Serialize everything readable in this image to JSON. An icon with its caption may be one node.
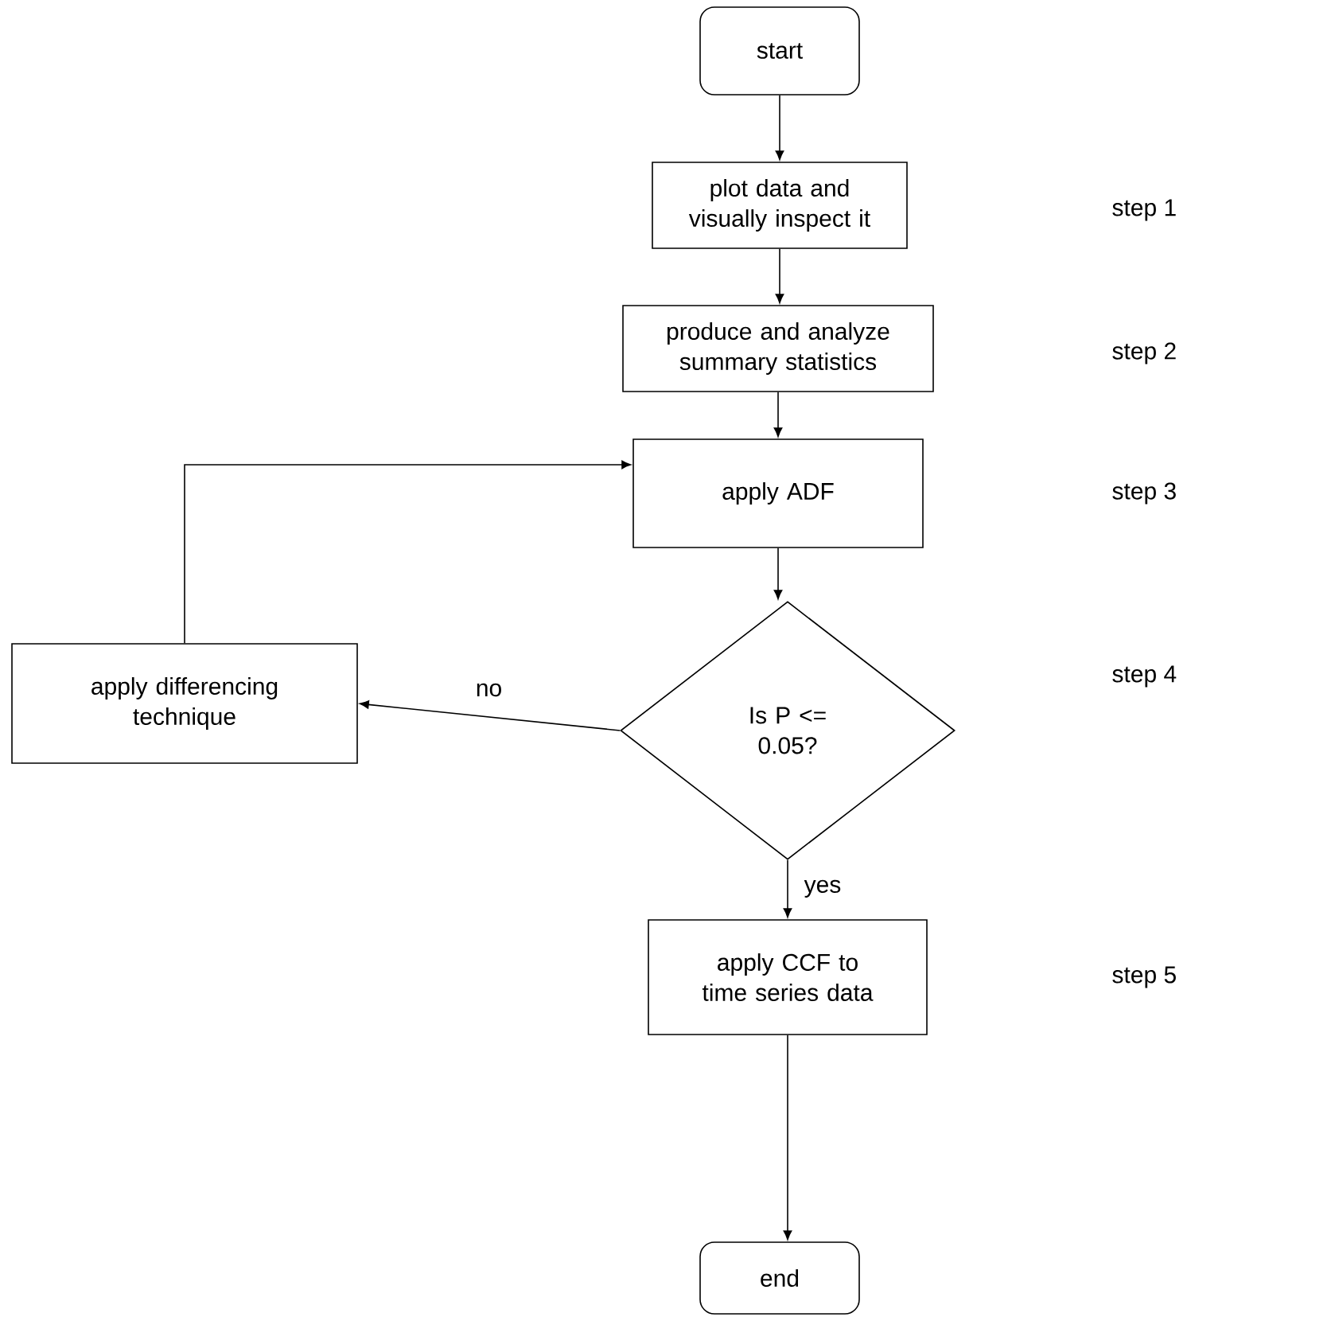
{
  "diagram": {
    "nodes": [
      {
        "text": [
          "start"
        ]
      },
      {
        "text": [
          "plot data and visually inspect it"
        ]
      },
      {
        "text": [
          "produce and analyze summary statistics"
        ]
      },
      {
        "text": [
          "apply ADF"
        ]
      },
      {
        "text": [
          "Is P <= 0.05?"
        ]
      },
      {
        "text": [
          "apply differencing technique"
        ]
      },
      {
        "text": [
          "apply CCF to time series data"
        ]
      },
      {
        "text": [
          "end"
        ]
      }
    ],
    "edges": [
      {
        "from": 0,
        "to": 1,
        "arrow": "to"
      },
      {
        "from": 1,
        "to": 2,
        "arrow": "to"
      },
      {
        "from": 2,
        "to": 3,
        "arrow": "to"
      },
      {
        "from": 3,
        "to": 4,
        "arrow": "to"
      },
      {
        "from": 4,
        "to": 5,
        "arrow": "to",
        "label": "no"
      },
      {
        "from": 5,
        "to": 3,
        "arrow": "to"
      },
      {
        "from": 4,
        "to": 6,
        "arrow": "to",
        "label": "yes"
      },
      {
        "from": 6,
        "to": 7,
        "arrow": "to"
      }
    ],
    "labels": [
      "step 1",
      "step 2",
      "step 3",
      "step 4",
      "step 5"
    ]
  }
}
